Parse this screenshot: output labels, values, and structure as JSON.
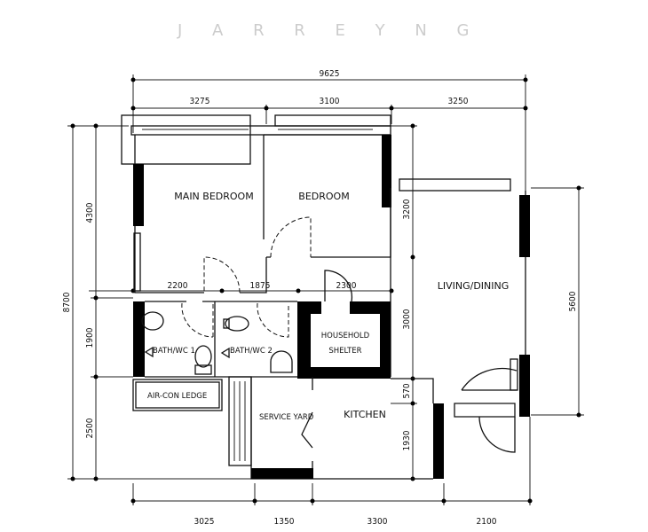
{
  "watermark": "J A R R E Y N G",
  "rooms": {
    "main_bedroom": "MAIN BEDROOM",
    "bedroom": "BEDROOM",
    "living_dining": "LIVING/DINING",
    "bath1": "BATH/WC 1",
    "bath2": "BATH/WC 2",
    "shelter_line1": "HOUSEHOLD",
    "shelter_line2": "SHELTER",
    "aircon": "AIR-CON LEDGE",
    "service_yard": "SERVICE YARD",
    "kitchen": "KITCHEN"
  },
  "dimensions": {
    "top_total": "9625",
    "top": [
      "3275",
      "3100",
      "3250"
    ],
    "inner": [
      "2200",
      "1875",
      "2300"
    ],
    "left_total": "8700",
    "left": [
      "4300",
      "1900",
      "2500"
    ],
    "right_inner": [
      "3200",
      "3000",
      "570",
      "1930"
    ],
    "right_outer": "5600",
    "bottom": [
      "3025",
      "1350",
      "3300",
      "2100"
    ]
  }
}
